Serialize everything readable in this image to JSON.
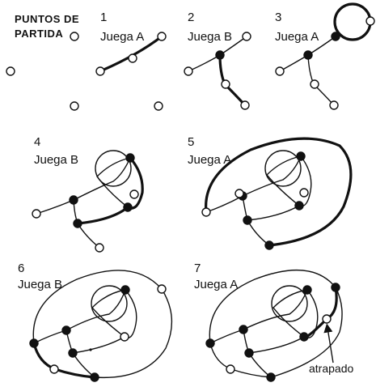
{
  "header": {
    "start_line1": "PUNTOS DE",
    "start_line2": "PARTIDA"
  },
  "panels": [
    {
      "number": "1",
      "title": "Juega A"
    },
    {
      "number": "2",
      "title": "Juega B"
    },
    {
      "number": "3",
      "title": "Juega A"
    },
    {
      "number": "4",
      "title": "Juega B"
    },
    {
      "number": "5",
      "title": "Juega A"
    },
    {
      "number": "6",
      "title": "Juega B"
    },
    {
      "number": "7",
      "title": "Juega A"
    }
  ],
  "annotation": {
    "trapped_label": "atrapado"
  }
}
